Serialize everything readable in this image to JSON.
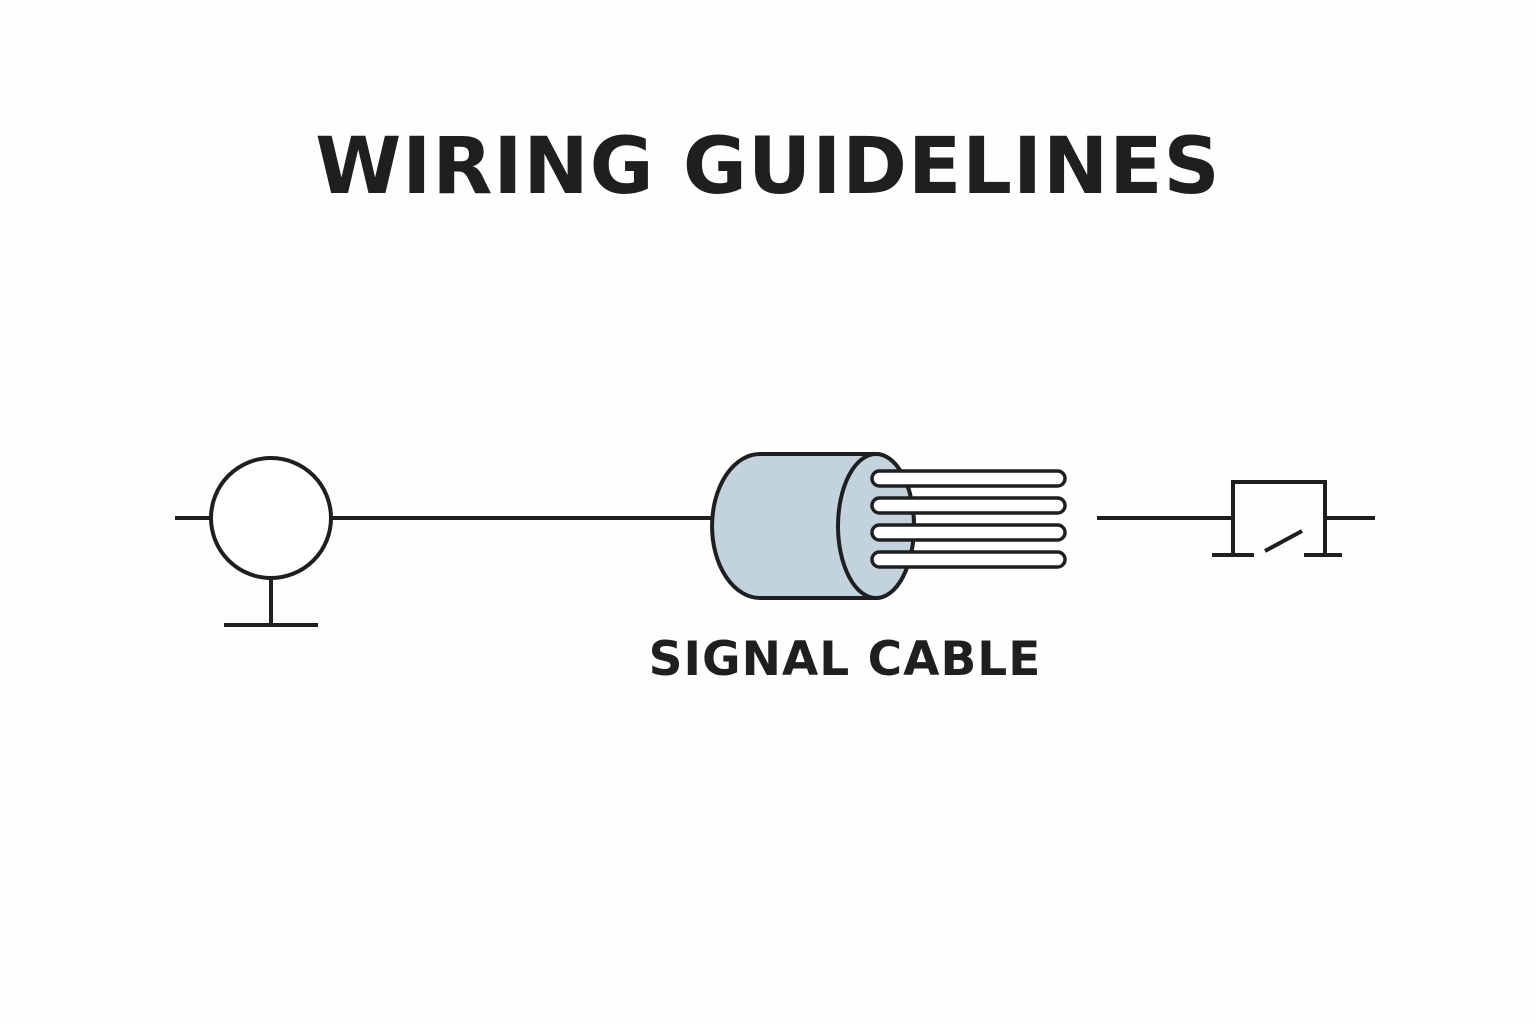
{
  "title": "WIRING GUIDELINES",
  "components": {
    "source": {
      "symbol": "ground-connected-circle-icon"
    },
    "cable": {
      "label": "SIGNAL CABLE",
      "conductor_count": 4
    },
    "switch": {
      "symbol": "switch-icon"
    }
  },
  "colors": {
    "background": "#fefefe",
    "line": "#1f1f1f",
    "cable_jacket": "#c3d3dd",
    "wire_fill": "#ffffff"
  }
}
